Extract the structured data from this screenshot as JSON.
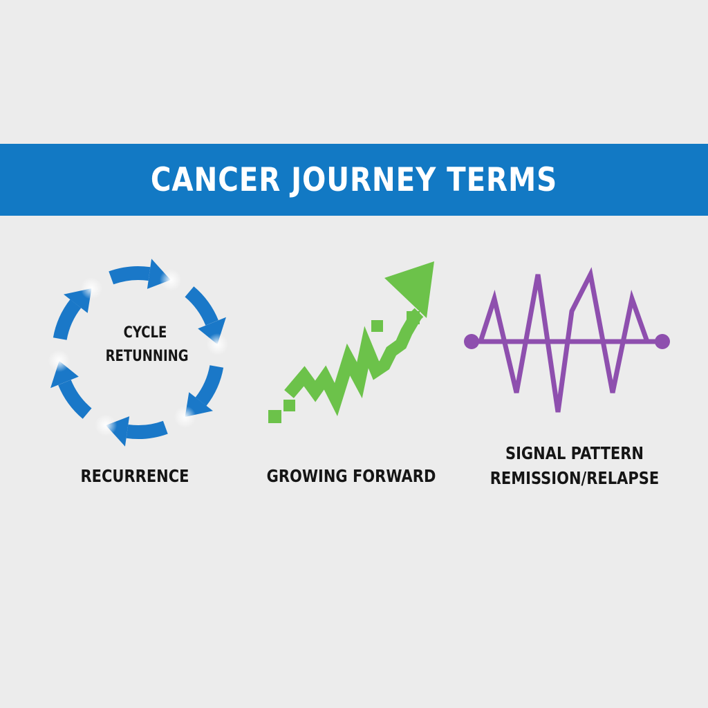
{
  "banner": {
    "title": "CANCER JOURNEY TERMS",
    "color": "#1279c4"
  },
  "panels": [
    {
      "icon": "circular-arrows-icon",
      "color": "#1a78c8",
      "center_line1": "CYCLE",
      "center_line2": "RETUNNING",
      "caption": "RECURRENCE"
    },
    {
      "icon": "zigzag-up-arrow-icon",
      "color": "#6cc24a",
      "caption": "GROWING FORWARD"
    },
    {
      "icon": "oscillating-signal-icon",
      "color": "#8e4fae",
      "caption_line1": "SIGNAL PATTERN",
      "caption_line2": "REMISSION/RELAPSE"
    }
  ]
}
